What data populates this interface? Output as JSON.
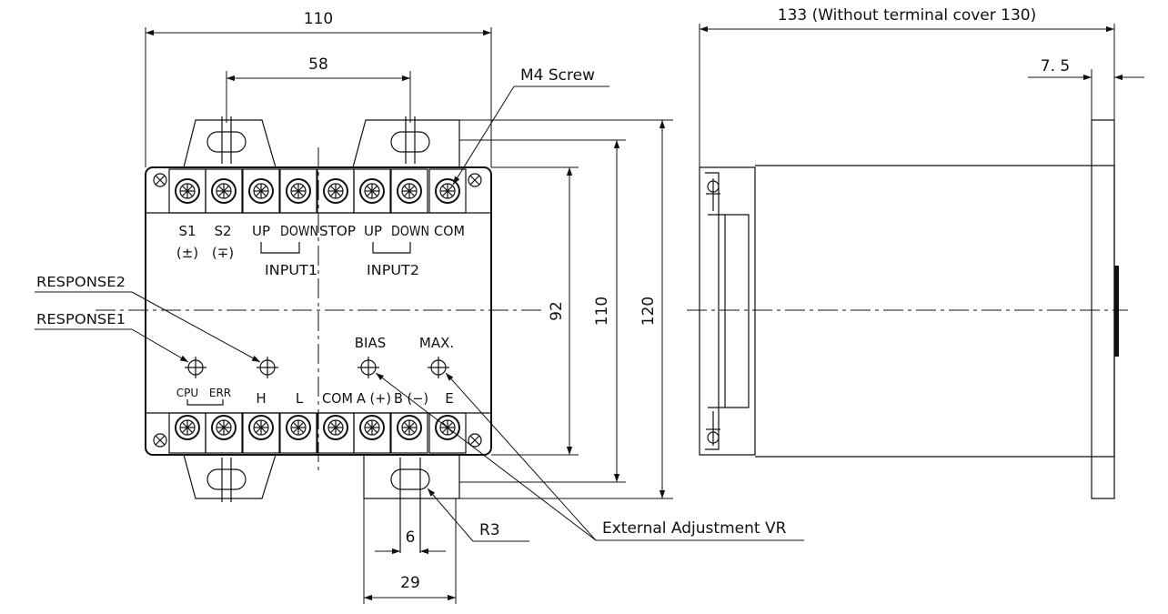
{
  "dimensions": {
    "width_front": "110",
    "pitch": "58",
    "height_92": "92",
    "height_110": "110",
    "height_120": "120",
    "slot_6": "6",
    "slot_29": "29",
    "depth": "133 (Without terminal cover 130)",
    "flange": "7. 5"
  },
  "callouts": {
    "m4_screw": "M4 Screw",
    "response2": "RESPONSE2",
    "response1": "RESPONSE1",
    "r3": "R3",
    "external_vr": "External Adjustment VR"
  },
  "top_terminals": {
    "labels": [
      "S1",
      "S2",
      "UP",
      "DOWN",
      "STOP",
      "UP",
      "DOWN",
      "COM"
    ],
    "sub_s1": "(±)",
    "sub_s2": "(∓)",
    "group1": "INPUT1",
    "group2": "INPUT2"
  },
  "bottom_terminals": {
    "cpu": "CPU",
    "err": "ERR",
    "labels": [
      "H",
      "L",
      "COM",
      "A (+)",
      "B (−)",
      "E"
    ]
  },
  "adjusters": {
    "bias": "BIAS",
    "max": "MAX."
  }
}
